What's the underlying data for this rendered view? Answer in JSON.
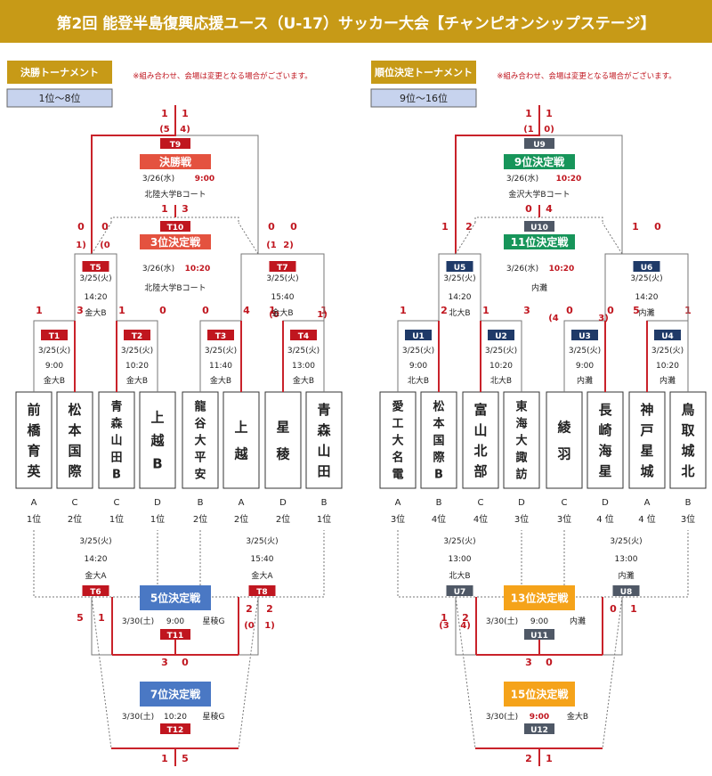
{
  "title": "第2回 能登半島復興応援ユース（U-17）サッカー大会【チャンピオンシップステージ】",
  "colors": {
    "red": "#c0161f",
    "navy": "#1f3a68",
    "gray": "#4f5866",
    "green": "#17955a",
    "orange": "#f5a31a",
    "blue": "#4a78c4",
    "gold": "#c79a17",
    "lavender": "#c7d3ee",
    "winner": "#c9222a"
  },
  "left": {
    "title": "決勝トーナメント",
    "range": "1位〜8位",
    "note": "※組み合わせ、会場は変更となる場合がございます。",
    "teams": [
      {
        "name": "前橋育英",
        "group": "A",
        "rank": "1位"
      },
      {
        "name": "松本国際",
        "group": "C",
        "rank": "2位"
      },
      {
        "name": "青森山田B",
        "group": "C",
        "rank": "1位"
      },
      {
        "name": "上越B",
        "group": "D",
        "rank": "1位"
      },
      {
        "name": "龍谷大平安",
        "group": "B",
        "rank": "2位"
      },
      {
        "name": "上越",
        "group": "A",
        "rank": "2位"
      },
      {
        "name": "星稜",
        "group": "D",
        "rank": "2位"
      },
      {
        "name": "青森山田",
        "group": "B",
        "rank": "1位"
      }
    ],
    "r1": [
      {
        "code": "T1",
        "date": "3/25(火)",
        "time": "9:00",
        "venue": "金大B",
        "s1": "1",
        "s2": "3"
      },
      {
        "code": "T2",
        "date": "3/25(火)",
        "time": "10:20",
        "venue": "金大B",
        "s1": "1",
        "s2": "0"
      },
      {
        "code": "T3",
        "date": "3/25(火)",
        "time": "11:40",
        "venue": "金大B",
        "s1": "0",
        "s2": "4"
      },
      {
        "code": "T4",
        "date": "3/25(火)",
        "time": "13:00",
        "venue": "金大B",
        "s1": "1",
        "s2": "1",
        "pk1": "(0",
        "pk2": "1)"
      }
    ],
    "semi": [
      {
        "code": "T5",
        "date": "3/25(火)",
        "time": "14:20",
        "venue": "金大B",
        "s1": "0",
        "s2": "0",
        "pk1": "(0",
        "pk2": "1)"
      },
      {
        "code": "T7",
        "date": "3/25(火)",
        "time": "15:40",
        "venue": "金大B",
        "s1": "0",
        "s2": "0",
        "pk1": "(1",
        "pk2": "2)"
      }
    ],
    "final": {
      "code": "T9",
      "label": "決勝戦",
      "datetime": "3/26(水)",
      "time": "9:00",
      "venue": "北陸大学Bコート",
      "s1": "1",
      "s2": "1",
      "pk1": "(5",
      "pk2": "4)"
    },
    "third": {
      "code": "T10",
      "label": "3位決定戦",
      "datetime": "3/26(水)",
      "time": "10:20",
      "venue": "北陸大学Bコート",
      "s1": "1",
      "s2": "3"
    },
    "cons": [
      {
        "code": "T6",
        "date": "3/25(火)",
        "time": "14:20",
        "venue": "金大A",
        "s1": "5",
        "s2": "1"
      },
      {
        "code": "T8",
        "date": "3/25(火)",
        "time": "15:40",
        "venue": "金大A",
        "s1": "2",
        "s2": "2",
        "pk1": "(0",
        "pk2": "1)"
      }
    ],
    "fifth": {
      "code": "T11",
      "label": "5位決定戦",
      "datetime": "3/30(土)",
      "time": "9:00",
      "venue": "星稜G",
      "s1": "3",
      "s2": "0"
    },
    "seventh": {
      "code": "T12",
      "label": "7位決定戦",
      "datetime": "3/30(土)",
      "time": "10:20",
      "venue": "星稜G",
      "s1": "1",
      "s2": "5"
    }
  },
  "right": {
    "title": "順位決定トーナメント",
    "range": "9位〜16位",
    "note": "※組み合わせ、会場は変更となる場合がございます。",
    "teams": [
      {
        "name": "愛工大名電",
        "group": "A",
        "rank": "3位"
      },
      {
        "name": "松本国際B",
        "group": "B",
        "rank": "4位"
      },
      {
        "name": "富山北部",
        "group": "C",
        "rank": "4位"
      },
      {
        "name": "東海大諏訪",
        "group": "D",
        "rank": "3位"
      },
      {
        "name": "綾羽",
        "group": "C",
        "rank": "3位"
      },
      {
        "name": "長崎海星",
        "group": "D",
        "rank": "4 位"
      },
      {
        "name": "神戸星城",
        "group": "A",
        "rank": "4 位"
      },
      {
        "name": "鳥取城北",
        "group": "B",
        "rank": "3位"
      }
    ],
    "r1": [
      {
        "code": "U1",
        "date": "3/25(火)",
        "time": "9:00",
        "venue": "北大B",
        "s1": "1",
        "s2": "2"
      },
      {
        "code": "U2",
        "date": "3/25(火)",
        "time": "10:20",
        "venue": "北大B",
        "s1": "1",
        "s2": "3"
      },
      {
        "code": "U3",
        "date": "3/25(火)",
        "time": "9:00",
        "venue": "内灘",
        "s1": "0",
        "s2": "0",
        "pk1": "(4",
        "pk2": "3)"
      },
      {
        "code": "U4",
        "date": "3/25(火)",
        "time": "10:20",
        "venue": "内灘",
        "s1": "5",
        "s2": "1"
      }
    ],
    "semi": [
      {
        "code": "U5",
        "date": "3/25(火)",
        "time": "14:20",
        "venue": "北大B",
        "s1": "2",
        "s2": "1"
      },
      {
        "code": "U6",
        "date": "3/25(火)",
        "time": "14:20",
        "venue": "内灘",
        "s1": "1",
        "s2": "0"
      }
    ],
    "final": {
      "code": "U9",
      "label": "9位決定戦",
      "datetime": "3/26(水)",
      "time": "10:20",
      "venue": "金沢大学Bコート",
      "s1": "1",
      "s2": "1",
      "pk1": "(1",
      "pk2": "0)"
    },
    "third": {
      "code": "U10",
      "label": "11位決定戦",
      "datetime": "3/26(水)",
      "time": "10:20",
      "venue": "内灘",
      "s1": "0",
      "s2": "4"
    },
    "cons": [
      {
        "code": "U7",
        "date": "3/25(火)",
        "time": "13:00",
        "venue": "北大B",
        "s1": "1",
        "s2": "2",
        "pk1": "(3",
        "pk2": "4)"
      },
      {
        "code": "U8",
        "date": "3/25(火)",
        "time": "13:00",
        "venue": "内灘",
        "s1": "0",
        "s2": "1"
      }
    ],
    "fifth": {
      "code": "U11",
      "label": "13位決定戦",
      "datetime": "3/30(土)",
      "time": "9:00",
      "venue": "内灘",
      "s1": "3",
      "s2": "0"
    },
    "seventh": {
      "code": "U12",
      "label": "15位決定戦",
      "datetime": "3/30(土)",
      "time": "9:00",
      "venue": "金大B",
      "s1": "2",
      "s2": "1"
    }
  }
}
